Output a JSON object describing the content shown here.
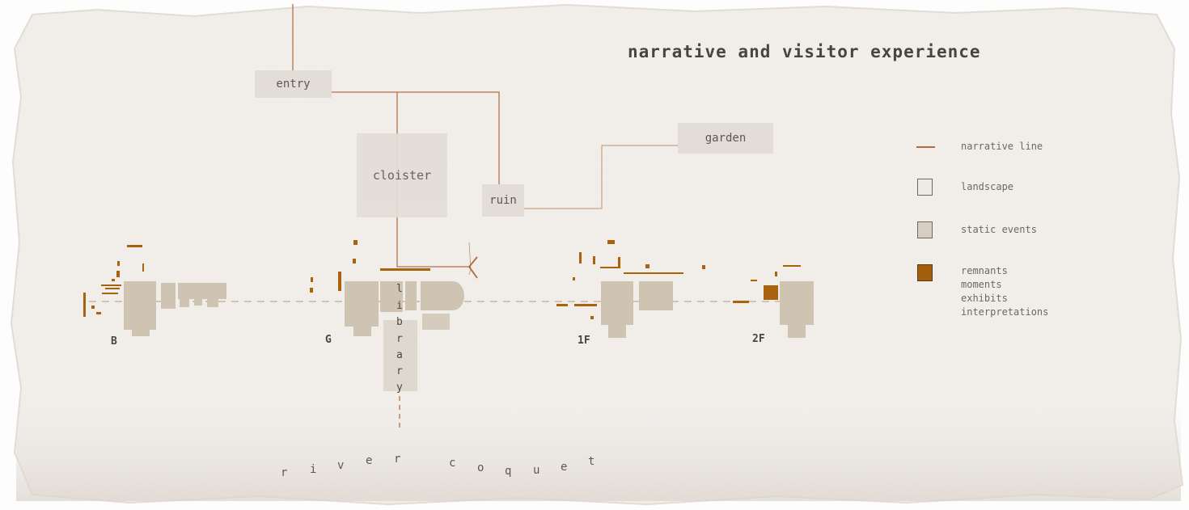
{
  "title": "narrative and visitor experience",
  "places": {
    "entry": "entry",
    "cloister": "cloister",
    "ruin": "ruin",
    "garden": "garden",
    "library": [
      "l",
      "i",
      "b",
      "r",
      "a",
      "r",
      "y"
    ]
  },
  "floors": [
    "B",
    "G",
    "1F",
    "2F"
  ],
  "river": [
    "r",
    "i",
    "v",
    "e",
    "r",
    "c",
    "o",
    "q",
    "u",
    "e",
    "t"
  ],
  "legend": [
    {
      "key": "narrative_line",
      "label": "narrative line",
      "swatch": "line",
      "color": "#b4693c"
    },
    {
      "key": "landscape",
      "label": "landscape",
      "swatch": "box",
      "color": "#eeebe6"
    },
    {
      "key": "static_events",
      "label": "static events",
      "swatch": "box",
      "color": "#d7cec3"
    },
    {
      "key": "remnants",
      "label": [
        "remnants",
        "moments",
        "exhibits",
        "interpretations"
      ],
      "swatch": "box",
      "color": "#a55e0c"
    }
  ],
  "colors": {
    "paper": "#f1eee9",
    "paper_edge": "#e4dfd8",
    "narrative_line": "#b4693c",
    "landscape_box": "#e2ddd7",
    "static_event": "#cbbfae",
    "remnant": "#a9630f",
    "axis": "#c9b8a3"
  }
}
